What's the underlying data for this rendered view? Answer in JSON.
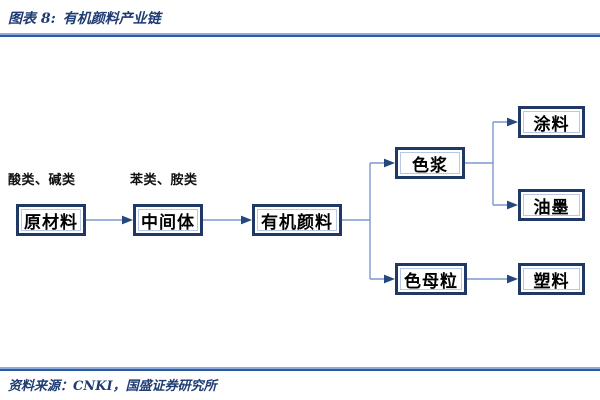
{
  "header": {
    "figure_label": "图表 8:",
    "figure_title": "有机颜料产业链"
  },
  "footer": {
    "source": "资料来源：CNKI，国盛证券研究所"
  },
  "colors": {
    "title_text": "#1f3c73",
    "box_border": "#1f3864",
    "connector_line": "#7b97cf",
    "arrowhead": "#24477f",
    "rule_light": "#8faadc",
    "rule_dark": "#2b5aa0",
    "node_text": "#000000"
  },
  "diagram": {
    "annotations": [
      {
        "id": "raw-materials-inputs",
        "text": "酸类、碱类"
      },
      {
        "id": "intermediates-inputs",
        "text": "苯类、胺类"
      }
    ],
    "nodes": [
      {
        "id": "raw-materials",
        "label": "原材料"
      },
      {
        "id": "intermediates",
        "label": "中间体"
      },
      {
        "id": "organic-pigments",
        "label": "有机颜料"
      },
      {
        "id": "color-paste",
        "label": "色浆"
      },
      {
        "id": "color-masterbatch",
        "label": "色母粒"
      },
      {
        "id": "coatings",
        "label": "涂料"
      },
      {
        "id": "ink",
        "label": "油墨"
      },
      {
        "id": "plastics",
        "label": "塑料"
      }
    ],
    "edges": [
      {
        "from": "原材料",
        "to": "中间体"
      },
      {
        "from": "中间体",
        "to": "有机颜料"
      },
      {
        "from": "有机颜料",
        "to": "色浆"
      },
      {
        "from": "有机颜料",
        "to": "色母粒"
      },
      {
        "from": "色浆",
        "to": "涂料"
      },
      {
        "from": "色浆",
        "to": "油墨"
      },
      {
        "from": "色母粒",
        "to": "塑料"
      }
    ]
  }
}
